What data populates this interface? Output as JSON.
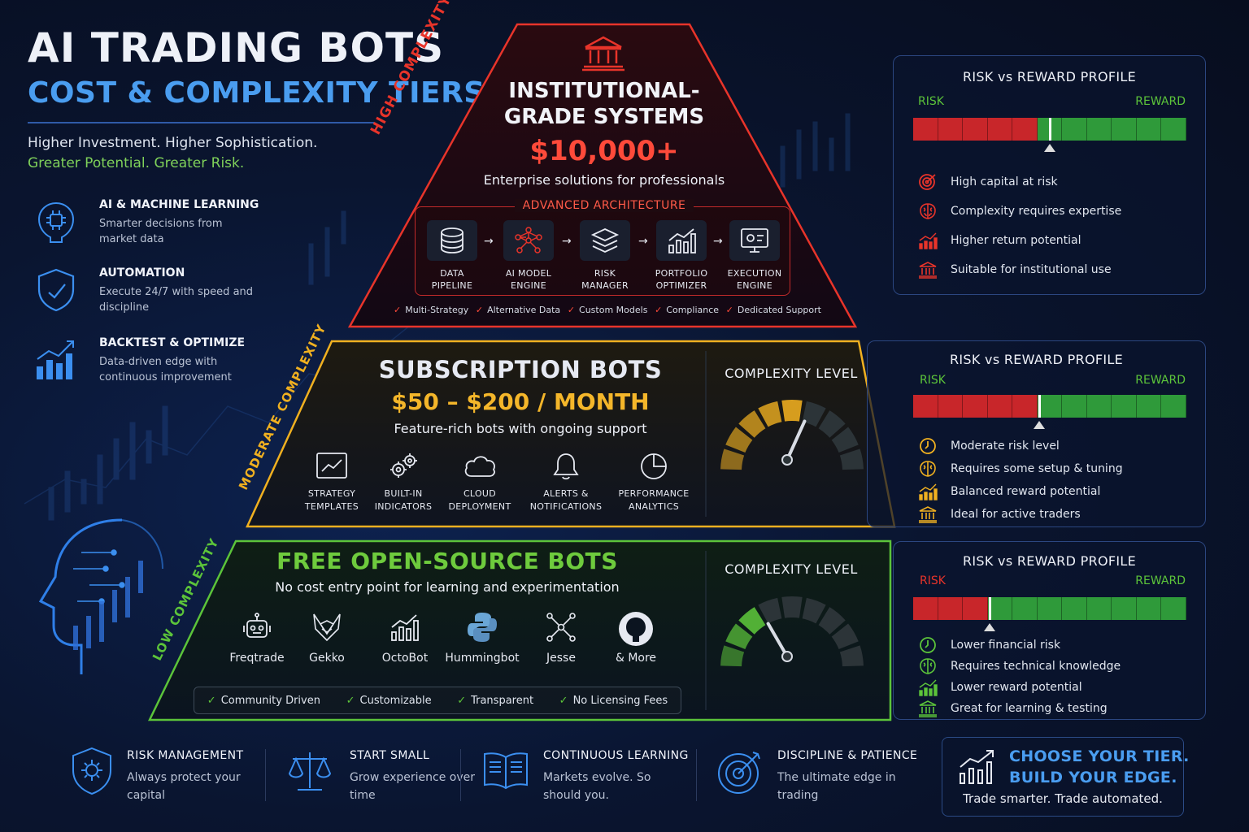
{
  "header": {
    "title": "AI TRADING BOTS",
    "subtitle": "COST & COMPLEXITY TIERS",
    "tagline1": "Higher Investment. Higher Sophistication.",
    "tagline2": "Greater Potential. Greater Risk."
  },
  "features": [
    {
      "icon": "brain-chip-icon",
      "title": "AI & MACHINE LEARNING",
      "desc": "Smarter decisions from market data"
    },
    {
      "icon": "shield-check-icon",
      "title": "AUTOMATION",
      "desc": "Execute 24/7 with speed and discipline"
    },
    {
      "icon": "growth-chart-icon",
      "title": "BACKTEST & OPTIMIZE",
      "desc": "Data-driven edge with continuous improvement"
    }
  ],
  "tier_high": {
    "side_label": "HIGH COMPLEXITY",
    "icon": "bank-icon",
    "title": "INSTITUTIONAL-GRADE SYSTEMS",
    "price": "$10,000+",
    "desc": "Enterprise solutions for professionals",
    "arch_label": "ADVANCED ARCHITECTURE",
    "arch": [
      {
        "icon": "database-icon",
        "label1": "DATA",
        "label2": "PIPELINE"
      },
      {
        "icon": "neural-network-icon",
        "label1": "AI MODEL",
        "label2": "ENGINE"
      },
      {
        "icon": "layers-icon",
        "label1": "RISK",
        "label2": "MANAGER"
      },
      {
        "icon": "bar-chart-icon",
        "label1": "PORTFOLIO",
        "label2": "OPTIMIZER"
      },
      {
        "icon": "monitor-icon",
        "label1": "EXECUTION",
        "label2": "ENGINE"
      }
    ],
    "checks": [
      "Multi-Strategy",
      "Alternative Data",
      "Custom Models",
      "Compliance",
      "Dedicated Support"
    ],
    "color": "#e8342a"
  },
  "tier_mid": {
    "side_label": "MODERATE COMPLEXITY",
    "title": "SUBSCRIPTION BOTS",
    "price": "$50 – $200 / MONTH",
    "desc": "Feature-rich bots with ongoing support",
    "features": [
      {
        "icon": "chart-template-icon",
        "label1": "STRATEGY",
        "label2": "TEMPLATES"
      },
      {
        "icon": "gears-icon",
        "label1": "BUILT-IN",
        "label2": "INDICATORS"
      },
      {
        "icon": "cloud-icon",
        "label1": "CLOUD",
        "label2": "DEPLOYMENT"
      },
      {
        "icon": "bell-icon",
        "label1": "ALERTS &",
        "label2": "NOTIFICATIONS"
      },
      {
        "icon": "pie-chart-icon",
        "label1": "PERFORMANCE",
        "label2": "ANALYTICS"
      }
    ],
    "gauge_title": "COMPLEXITY LEVEL",
    "gauge_level": 0.6,
    "color": "#f0b020"
  },
  "tier_low": {
    "side_label": "LOW COMPLEXITY",
    "title": "FREE OPEN-SOURCE BOTS",
    "desc": "No cost entry point for learning and experimentation",
    "bots": [
      {
        "icon": "robot-icon",
        "label": "Freqtrade"
      },
      {
        "icon": "fox-icon",
        "label": "Gekko"
      },
      {
        "icon": "bar-chart-icon",
        "label": "OctoBot"
      },
      {
        "icon": "python-icon",
        "label": "Hummingbot"
      },
      {
        "icon": "network-icon",
        "label": "Jesse"
      },
      {
        "icon": "github-icon",
        "label": "& More"
      }
    ],
    "checks": [
      "Community Driven",
      "Customizable",
      "Transparent",
      "No Licensing Fees"
    ],
    "gauge_title": "COMPLEXITY LEVEL",
    "gauge_level": 0.3,
    "color": "#5cc43a"
  },
  "risk_panels": [
    {
      "title": "RISK vs REWARD PROFILE",
      "risk_label": "RISK",
      "reward_label": "REWARD",
      "risk_level": 0.5,
      "items": [
        {
          "icon": "target-icon",
          "text": "High capital at risk"
        },
        {
          "icon": "brain-icon",
          "text": "Complexity requires expertise"
        },
        {
          "icon": "growth-chart-icon",
          "text": "Higher return potential"
        },
        {
          "icon": "bank-icon",
          "text": "Suitable for institutional use"
        }
      ]
    },
    {
      "title": "RISK vs REWARD PROFILE",
      "risk_label": "RISK",
      "reward_label": "REWARD",
      "risk_level": 0.46,
      "items": [
        {
          "icon": "clock-icon",
          "text": "Moderate risk level"
        },
        {
          "icon": "brain-icon",
          "text": "Requires some setup & tuning"
        },
        {
          "icon": "growth-chart-icon",
          "text": "Balanced reward potential"
        },
        {
          "icon": "bank-icon",
          "text": "Ideal for active traders"
        }
      ]
    },
    {
      "title": "RISK vs REWARD PROFILE",
      "risk_label": "RISK",
      "reward_label": "REWARD",
      "risk_level": 0.28,
      "items": [
        {
          "icon": "clock-icon",
          "text": "Lower financial risk"
        },
        {
          "icon": "brain-icon",
          "text": "Requires technical knowledge"
        },
        {
          "icon": "growth-chart-icon",
          "text": "Lower reward potential"
        },
        {
          "icon": "bank-icon",
          "text": "Great for learning & testing"
        }
      ]
    }
  ],
  "bottom": [
    {
      "icon": "shield-gear-icon",
      "title": "RISK MANAGEMENT",
      "desc": "Always protect your capital"
    },
    {
      "icon": "scales-icon",
      "title": "START SMALL",
      "desc": "Grow experience over time"
    },
    {
      "icon": "book-icon",
      "title": "CONTINUOUS LEARNING",
      "desc": "Markets evolve. So should you."
    },
    {
      "icon": "target-icon",
      "title": "DISCIPLINE & PATIENCE",
      "desc": "The ultimate edge in trading"
    }
  ],
  "cta": {
    "line1": "CHOOSE YOUR TIER.",
    "line2": "BUILD YOUR EDGE.",
    "line3": "Trade smarter. Trade automated."
  },
  "colors": {
    "accent_blue": "#4a9df0",
    "high_red": "#e8342a",
    "mid_gold": "#f0b020",
    "low_green": "#5cc43a"
  }
}
